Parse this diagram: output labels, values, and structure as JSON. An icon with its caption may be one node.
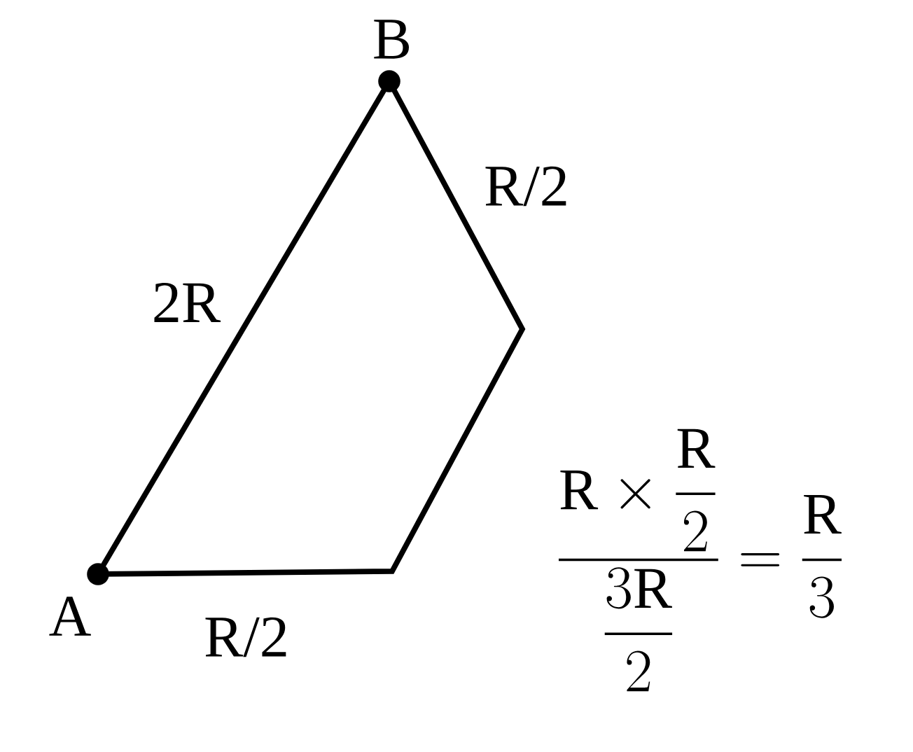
{
  "diagram": {
    "nodes": [
      {
        "text": [
          "A"
        ]
      },
      {
        "text": [
          "B"
        ]
      }
    ],
    "edges": [
      {
        "from": 0,
        "to": 1,
        "arrow": "none",
        "label": "2R"
      },
      {
        "from": 1,
        "to": 0,
        "arrow": "none"
      }
    ],
    "labels": [
      "R/2",
      "R/2",
      "\\dfrac{\\mathrm{R}\\times\\dfrac{\\mathrm{R}}{2}}{\\dfrac{3\\mathrm{R}}{2}}=\\dfrac{\\mathrm{R}}{3}"
    ]
  }
}
